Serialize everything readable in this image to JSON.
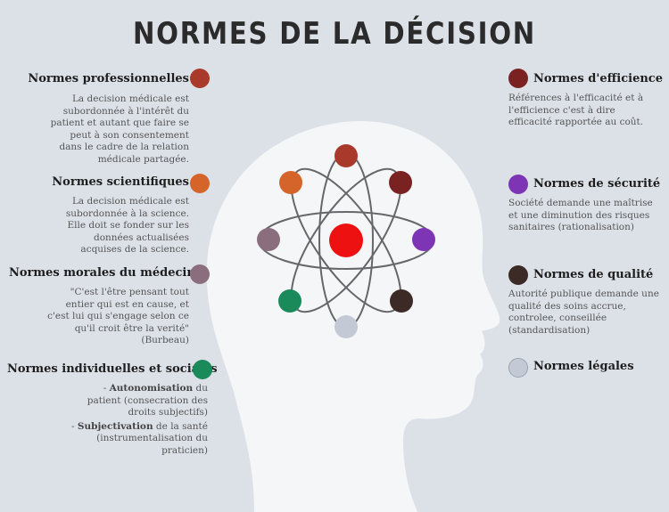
{
  "title": "NORMES DE LA DÉCISION",
  "colors": {
    "professionnelles": "#a9392b",
    "efficience": "#7a2222",
    "scientifiques": "#d4642a",
    "securite": "#7d35b5",
    "morales": "#8a6e7e",
    "qualite": "#3c2a26",
    "individuelles": "#1a8a5a",
    "legales": "#c3cad6",
    "nucleus": "#ee1111"
  },
  "left": {
    "professionnelles": {
      "title": "Normes  professionnelles",
      "desc": "La decision médicale est subordonnée à l'intérêt du patient et autant que faire se peut à son consentement dans le cadre de la relation médicale partagée."
    },
    "scientifiques": {
      "title": "Normes scientifiques",
      "desc": "La decision médicale est subordonnée à la science. Elle doit se fonder sur les données actualisées acquises de la science."
    },
    "morales": {
      "title": "Normes morales du médecin",
      "desc": "\"C'est l'être pensant tout entier qui est en cause, et c'est lui qui s'engage selon ce qu'il croit être la verité\" (Burbeau)"
    },
    "individuelles": {
      "title": "Normes individuelles et sociales",
      "b1_term": "Autonomisation",
      "b1_rest": " du patient (consecration des droits subjectifs)",
      "b2_term": "Subjectivation",
      "b2_rest": " de la santé (instrumentalisation du praticien)"
    }
  },
  "right": {
    "efficience": {
      "title": "Normes d'efficience",
      "desc": "Références à l'efficacité et à l'efficience c'est à dire efficacité rapportée au coût."
    },
    "securite": {
      "title": "Normes de sécurité",
      "desc": "Société demande une maîtrise et une diminution des risques sanitaires (rationalisation)"
    },
    "qualite": {
      "title": "Normes de qualité",
      "desc": "Autorité publique demande une qualité des soins accrue, controlee, conseillée (standardisation)"
    },
    "legales": {
      "title": "Normes légales"
    }
  }
}
